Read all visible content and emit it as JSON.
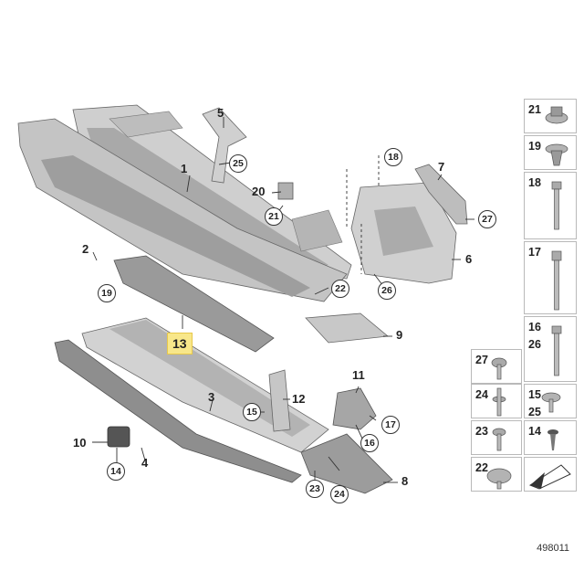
{
  "diagram": {
    "ref_number": "498011",
    "callouts": [
      {
        "id": "1",
        "style": "plain"
      },
      {
        "id": "2",
        "style": "plain"
      },
      {
        "id": "3",
        "style": "plain"
      },
      {
        "id": "4",
        "style": "plain"
      },
      {
        "id": "5",
        "style": "plain"
      },
      {
        "id": "6",
        "style": "plain"
      },
      {
        "id": "7",
        "style": "plain"
      },
      {
        "id": "8",
        "style": "plain"
      },
      {
        "id": "9",
        "style": "plain"
      },
      {
        "id": "10",
        "style": "plain"
      },
      {
        "id": "11",
        "style": "plain"
      },
      {
        "id": "12",
        "style": "plain"
      },
      {
        "id": "13",
        "style": "highlight"
      },
      {
        "id": "14",
        "style": "circle"
      },
      {
        "id": "15",
        "style": "circle"
      },
      {
        "id": "16",
        "style": "circle"
      },
      {
        "id": "17",
        "style": "circle"
      },
      {
        "id": "18",
        "style": "circle"
      },
      {
        "id": "19",
        "style": "circle"
      },
      {
        "id": "20",
        "style": "plain"
      },
      {
        "id": "21",
        "style": "circle"
      },
      {
        "id": "22",
        "style": "circle"
      },
      {
        "id": "23",
        "style": "circle"
      },
      {
        "id": "24",
        "style": "circle"
      },
      {
        "id": "25",
        "style": "circle"
      },
      {
        "id": "26",
        "style": "circle"
      },
      {
        "id": "27",
        "style": "circle"
      }
    ],
    "parts_table": [
      {
        "labels": [
          "21"
        ],
        "icon": "flange-nut-icon"
      },
      {
        "labels": [
          "19"
        ],
        "icon": "expanding-nut-icon"
      },
      {
        "labels": [
          "18"
        ],
        "icon": "screw-icon"
      },
      {
        "labels": [
          "17"
        ],
        "icon": "long-bolt-icon"
      },
      {
        "labels": [
          "16",
          "26"
        ],
        "icon": "long-screw-icon"
      },
      {
        "labels": [
          "27"
        ],
        "icon": "short-screw-icon"
      },
      {
        "labels": [
          "24"
        ],
        "icon": "stud-icon"
      },
      {
        "labels": [
          "15",
          "25"
        ],
        "icon": "washer-screw-icon"
      },
      {
        "labels": [
          "23"
        ],
        "icon": "push-rivet-icon"
      },
      {
        "labels": [
          "14"
        ],
        "icon": "clip-icon"
      },
      {
        "labels": [
          "22"
        ],
        "icon": "pan-screw-icon"
      },
      {
        "labels": [],
        "icon": "arrow-icon"
      }
    ],
    "colors": {
      "part_fill": "#cfcfcf",
      "part_shade": "#a9a9a9",
      "part_dark": "#8a8a8a",
      "line": "#333333",
      "highlight": "#f8e78a"
    }
  }
}
